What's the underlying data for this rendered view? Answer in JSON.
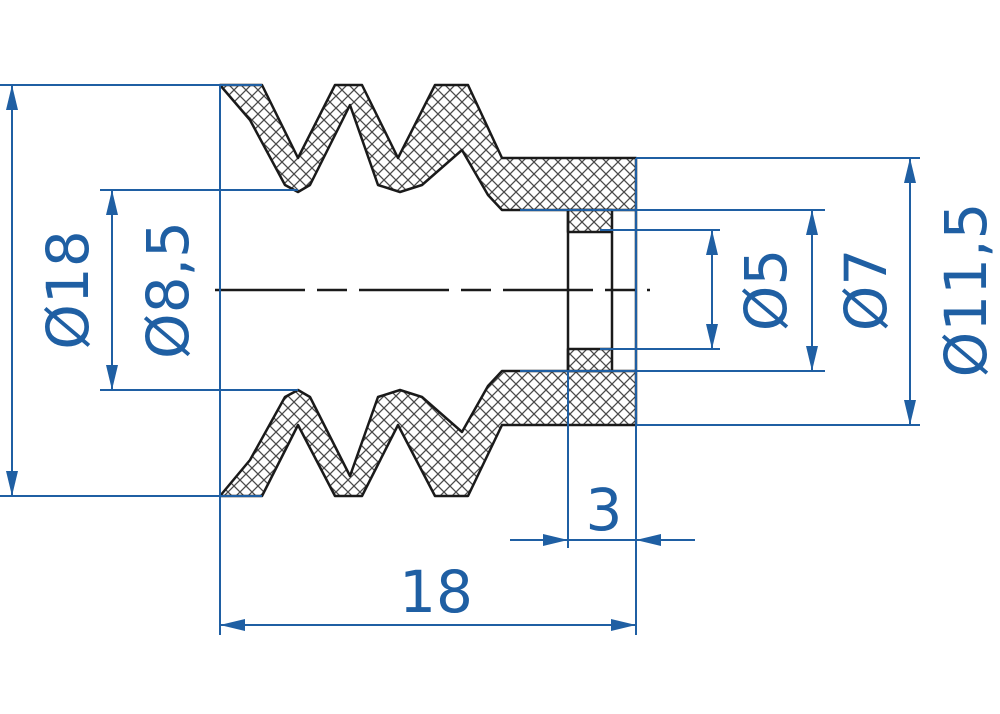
{
  "colors": {
    "dimension": "#1f5fa3",
    "outline": "#1a1a1a",
    "hatch": "#4a4a4a",
    "background": "#ffffff"
  },
  "dimensions": {
    "outer_diameter": "Ø18",
    "inner_bellows_diameter": "Ø8,5",
    "bore_diameter": "Ø5",
    "hub_inner_diameter": "Ø7",
    "hub_outer_diameter": "Ø11,5",
    "hub_width": "3",
    "overall_length": "18"
  }
}
